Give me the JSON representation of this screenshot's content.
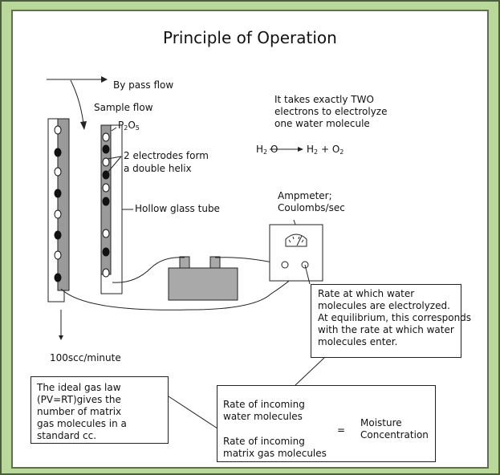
{
  "title": "Principle of Operation",
  "labels": {
    "bypass": "By pass flow",
    "sample": "Sample flow",
    "p2o5": {
      "p": "P",
      "sub1": "2",
      "o": "O",
      "sub2": "5"
    },
    "electrodes": [
      "2 electrodes form",
      "a double helix"
    ],
    "tube": "Hollow glass tube",
    "flow_out": "100scc/minute",
    "ampmeter": [
      "Ampmeter;",
      "Coulombs/sec"
    ]
  },
  "note": [
    "It takes exactly TWO",
    "electrons to electrolyze",
    "one water molecule"
  ],
  "equation": {
    "lhs_h": "H",
    "lhs_sub": "2",
    "lhs_o": "O",
    "rhs_h": "H",
    "rhs_sub1": "2",
    "plus": "+",
    "rhs_o": "O",
    "rhs_sub2": "2"
  },
  "rate_box": [
    "Rate at which water",
    "molecules are electrolyzed.",
    "At equilibrium, this corresponds",
    "with the rate at which water",
    "molecules enter."
  ],
  "gas_law_box": [
    "The ideal gas law",
    "(PV=RT)gives the",
    "number of matrix",
    "gas molecules in a",
    "standard cc."
  ],
  "fraction": {
    "numerator": [
      "Rate of incoming",
      "water molecules"
    ],
    "denominator": [
      "Rate of incoming",
      "matrix gas molecules"
    ],
    "equals": "=",
    "result": [
      "Moisture",
      "Concentration"
    ]
  },
  "colors": {
    "frame": "#b9d99a",
    "panel": "#ffffff",
    "electrode_strip": "#9a9a9a",
    "battery": "#a9a9a9"
  }
}
